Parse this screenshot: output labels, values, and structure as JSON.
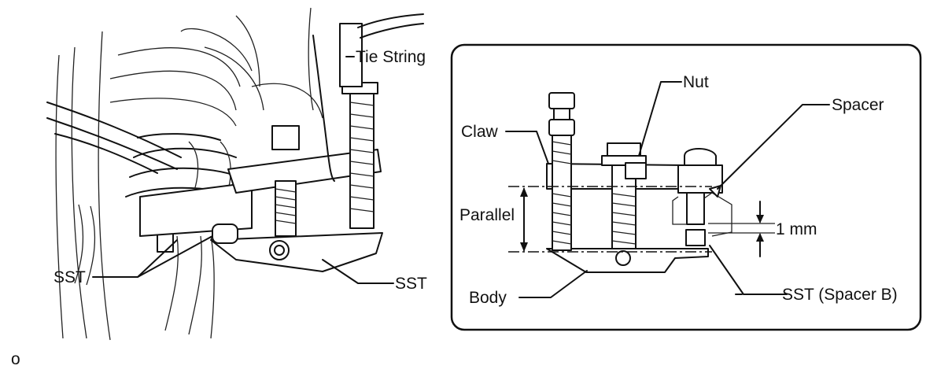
{
  "diagram": {
    "left_labels": {
      "tie_string": "Tie String",
      "sst_left": "SST",
      "sst_right": "SST"
    },
    "right_labels": {
      "nut": "Nut",
      "spacer": "Spacer",
      "claw": "Claw",
      "parallel": "Parallel",
      "one_mm": "1 mm",
      "body": "Body",
      "sst_spacer_b": "SST (Spacer B)"
    },
    "footer_mark": "o"
  }
}
